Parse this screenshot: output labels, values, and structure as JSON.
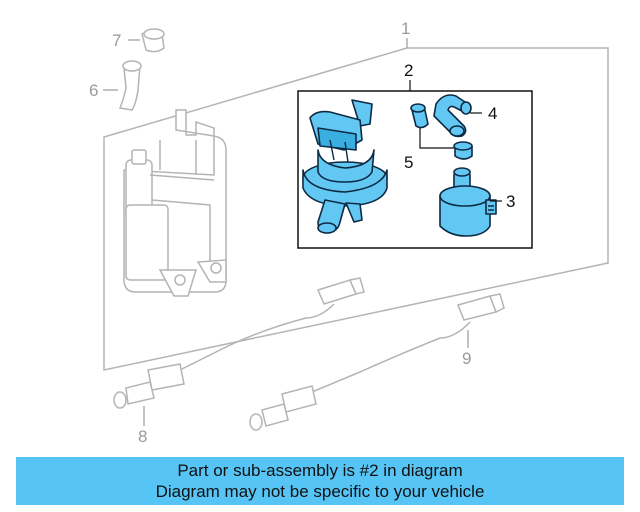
{
  "callouts": {
    "c1": "1",
    "c2": "2",
    "c3": "3",
    "c4": "4",
    "c5": "5",
    "c6": "6",
    "c7": "7",
    "c8": "8",
    "c9": "9"
  },
  "caption": {
    "line1": "Part or sub-assembly is #2 in diagram",
    "line2": "Diagram may not be specific to your vehicle"
  },
  "colors": {
    "highlight_part": "#62c8f3",
    "caption_bar": "#56c5f5",
    "ghost_part": "#b4b4b4"
  }
}
